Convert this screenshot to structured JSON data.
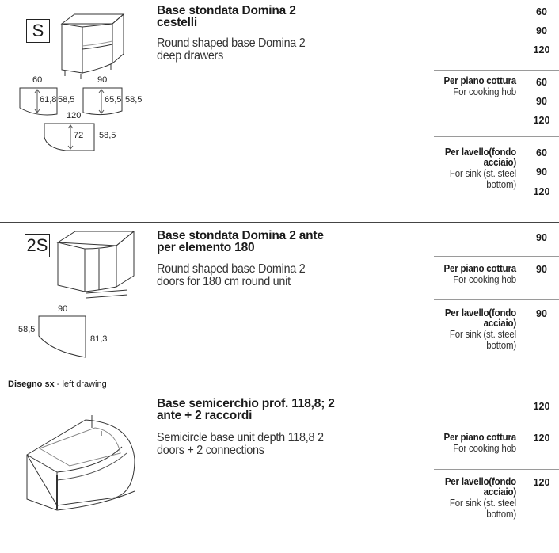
{
  "rows": [
    {
      "code": "S",
      "title_it": "Base stondata Domina 2\ncestelli",
      "title_en": "Round shaped base Domina 2\ndeep drawers",
      "dims": {
        "w1": "60",
        "d1a": "61,8",
        "d1b": "58,5",
        "w2": "90",
        "d2a": "65,5",
        "d2b": "58,5",
        "w3": "120",
        "d3a": "72",
        "d3b": "58,5"
      },
      "sizes": [
        "60",
        "90",
        "120"
      ],
      "options": [
        {
          "it": "Per piano cottura",
          "en": "For cooking hob",
          "sizes": [
            "60",
            "90",
            "120"
          ]
        },
        {
          "it": "Per lavello(fondo\nacciaio)",
          "en": "For sink (st. steel\nbottom)",
          "sizes": [
            "60",
            "90",
            "120"
          ]
        }
      ]
    },
    {
      "code": "2S",
      "title_it": "Base stondata Domina 2 ante\nper elemento 180",
      "title_en": "Round shaped base Domina 2\ndoors for 180 cm round unit",
      "dims": {
        "w": "90",
        "left": "58,5",
        "right": "81,3"
      },
      "caption_bold": "Disegno sx",
      "caption_rest": " - left drawing",
      "sizes": [
        "90"
      ],
      "options": [
        {
          "it": "Per piano cottura",
          "en": "For cooking hob",
          "sizes": [
            "90"
          ]
        },
        {
          "it": "Per lavello(fondo\nacciaio)",
          "en": "For sink (st. steel\nbottom)",
          "sizes": [
            "90"
          ]
        }
      ]
    },
    {
      "title_it": "Base semicerchio prof. 118,8; 2\nante + 2 raccordi",
      "title_en": "Semicircle base unit depth 118,8 2\ndoors + 2 connections",
      "sizes": [
        "120"
      ],
      "options": [
        {
          "it": "Per piano cottura",
          "en": "For cooking hob",
          "sizes": [
            "120"
          ]
        },
        {
          "it": "Per lavello(fondo\nacciaio)",
          "en": "For sink (st. steel\nbottom)",
          "sizes": [
            "120"
          ]
        }
      ]
    }
  ]
}
